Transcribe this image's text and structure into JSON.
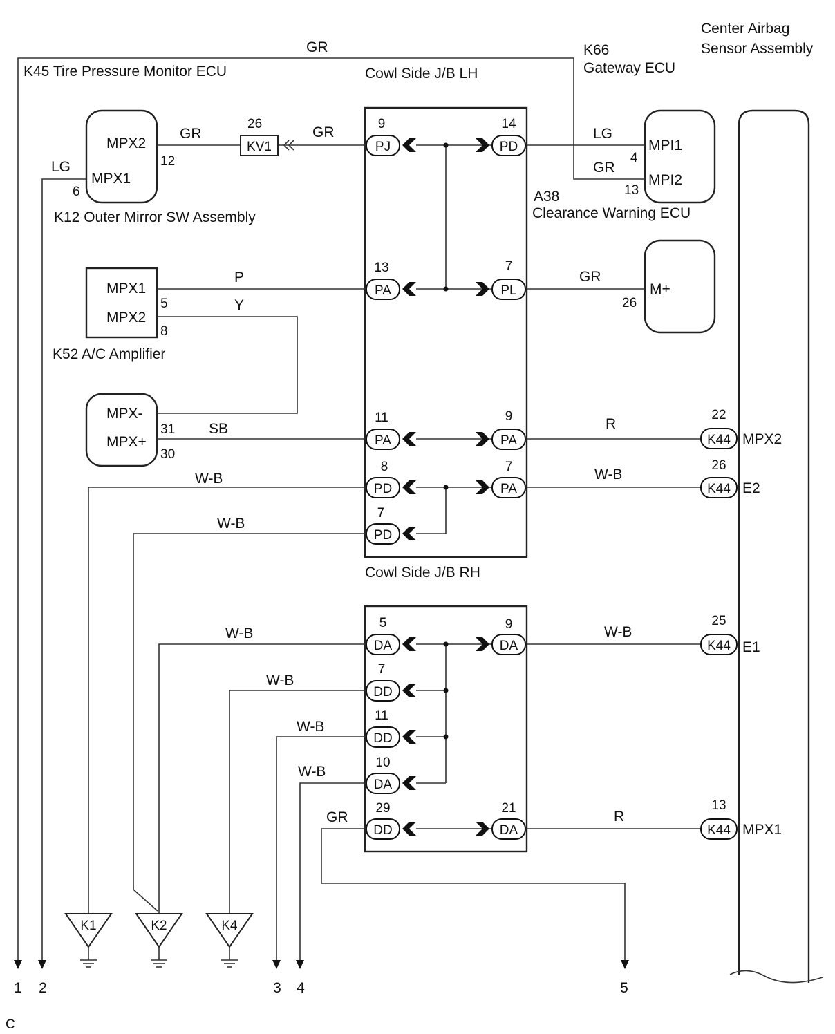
{
  "components": {
    "k45": "K45 Tire Pressure Monitor ECU",
    "cowl_lh": "Cowl Side J/B LH",
    "k66_code": "K66",
    "k66_name": "Gateway ECU",
    "airbag_line1": "Center Airbag",
    "airbag_line2": "Sensor Assembly",
    "k12": "K12 Outer Mirror SW Assembly",
    "a38_code": "A38",
    "a38_name": "Clearance Warning ECU",
    "k52": "K52 A/C Amplifier",
    "cowl_rh": "Cowl Side J/B RH",
    "kv1": "KV1",
    "kv1_pin": "26"
  },
  "terminals": {
    "k12_mpx2": "MPX2",
    "k12_mpx1": "MPX1",
    "k12_pin12": "12",
    "k12_pin6": "6",
    "k66_mpi1": "MPI1",
    "k66_mpi2": "MPI2",
    "k66_pin4": "4",
    "k66_pin13": "13",
    "k52_mpx1": "MPX1",
    "k52_mpx2": "MPX2",
    "k52_pin5": "5",
    "k52_pin8": "8",
    "a38_mplus": "M+",
    "a38_pin26": "26",
    "k45_mpxm": "MPX-",
    "k45_mpxp": "MPX+",
    "k45_pin31": "31",
    "k45_pin30": "30",
    "bag_mpx2": "MPX2",
    "bag_e2": "E2",
    "bag_e1": "E1",
    "bag_mpx1": "MPX1"
  },
  "wire_colors": {
    "top": "GR",
    "k12_kv1": "GR",
    "kv1_jb": "GR",
    "k45_k12": "LG",
    "pd14_mpi1": "LG",
    "mpi2": "GR",
    "k52_mpx1": "P",
    "k52_mpx2": "Y",
    "pl_mplus": "GR",
    "k45_mpxp": "SB",
    "pa9_bag": "R",
    "pd8": "W-B",
    "pa7_bag": "W-B",
    "pd7": "W-B",
    "da5": "W-B",
    "da9_bag": "W-B",
    "dd7": "W-B",
    "dd11": "W-B",
    "da10": "W-B",
    "dd29": "GR",
    "da21_bag": "R"
  },
  "jb_lh": [
    {
      "left": {
        "code": "PJ",
        "pin": "9"
      },
      "right": {
        "code": "PD",
        "pin": "14"
      }
    },
    {
      "left": {
        "code": "PA",
        "pin": "13"
      },
      "right": {
        "code": "PL",
        "pin": "7"
      }
    },
    {
      "left": {
        "code": "PA",
        "pin": "11"
      },
      "right": {
        "code": "PA",
        "pin": "9"
      }
    },
    {
      "left": {
        "code": "PD",
        "pin": "8"
      },
      "right": {
        "code": "PA",
        "pin": "7"
      }
    },
    {
      "left": {
        "code": "PD",
        "pin": "7"
      }
    }
  ],
  "jb_rh": [
    {
      "left": {
        "code": "DA",
        "pin": "5"
      },
      "right": {
        "code": "DA",
        "pin": "9"
      }
    },
    {
      "left": {
        "code": "DD",
        "pin": "7"
      }
    },
    {
      "left": {
        "code": "DD",
        "pin": "11"
      }
    },
    {
      "left": {
        "code": "DA",
        "pin": "10"
      }
    },
    {
      "left": {
        "code": "DD",
        "pin": "29"
      },
      "right": {
        "code": "DA",
        "pin": "21"
      }
    }
  ],
  "k44": [
    {
      "code": "K44",
      "pin": "22"
    },
    {
      "code": "K44",
      "pin": "26"
    },
    {
      "code": "K44",
      "pin": "25"
    },
    {
      "code": "K44",
      "pin": "13"
    }
  ],
  "grounds": [
    "K1",
    "K2",
    "K4"
  ],
  "outputs": [
    "1",
    "2",
    "3",
    "4",
    "5"
  ],
  "footer": "C"
}
